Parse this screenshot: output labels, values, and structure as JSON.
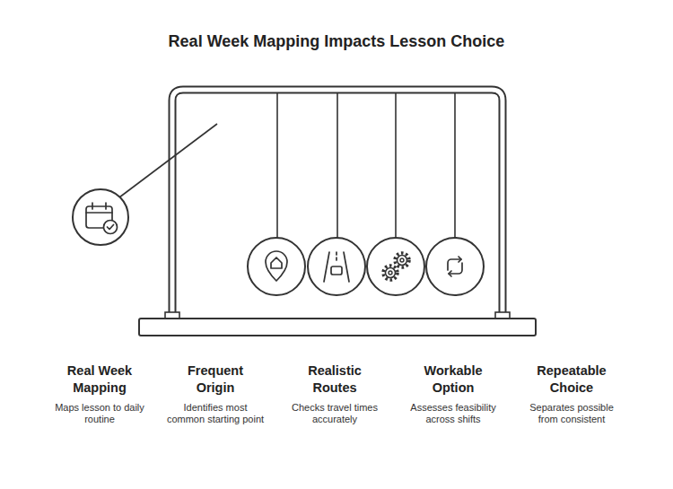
{
  "diagram": {
    "title": "Real Week Mapping Impacts Lesson Choice",
    "nodes": [
      {
        "text": [
          "Real Week Mapping",
          "Maps lesson to daily routine"
        ]
      },
      {
        "text": [
          "Frequent Origin",
          "Identifies most common starting point"
        ]
      },
      {
        "text": [
          "Realistic Routes",
          "Checks travel times accurately"
        ]
      },
      {
        "text": [
          "Workable Option",
          "Assesses feasibility across shifts"
        ]
      },
      {
        "text": [
          "Repeatable Choice",
          "Separates possible from consistent"
        ]
      }
    ]
  }
}
